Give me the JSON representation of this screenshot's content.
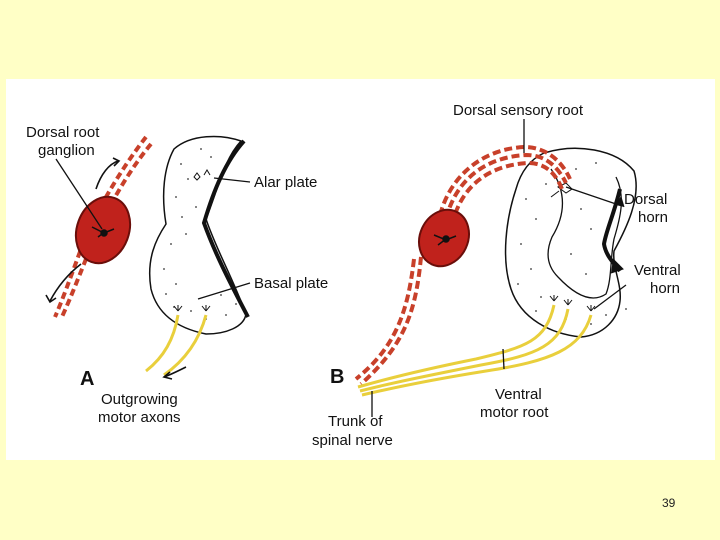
{
  "figure": {
    "panel_a": {
      "letter": "A",
      "dorsal_root_ganglion": [
        "Dorsal root",
        "ganglion"
      ],
      "alar_plate": "Alar plate",
      "basal_plate": "Basal plate",
      "outgrowing_motor_axons": [
        "Outgrowing",
        "motor axons"
      ]
    },
    "panel_b": {
      "letter": "B",
      "dorsal_sensory_root": "Dorsal sensory root",
      "dorsal_horn": [
        "Dorsal",
        "horn"
      ],
      "ventral_horn": [
        "Ventral",
        "horn"
      ],
      "ventral_motor_root": [
        "Ventral",
        "motor root"
      ],
      "trunk_of_spinal_nerve": [
        "Trunk of",
        "spinal nerve"
      ]
    },
    "colors": {
      "ganglion": "#c0221c",
      "sensory_fibers": "#c8402a",
      "motor_axons": "#e9cf3c",
      "background": "#ffffc6"
    }
  },
  "page_number": "39"
}
